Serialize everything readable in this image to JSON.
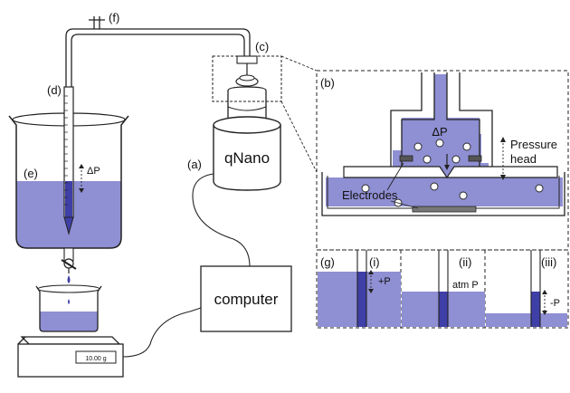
{
  "labels": {
    "a": "(a)",
    "b": "(b)",
    "c": "(c)",
    "d": "(d)",
    "e": "(e)",
    "f": "(f)",
    "g": "(g)",
    "i": "(i)",
    "ii": "(ii)",
    "iii": "(iii)"
  },
  "devices": {
    "qnano": "qNano",
    "computer": "computer",
    "scale_display": "10.00 g"
  },
  "detail": {
    "delta_p": "ΔP",
    "pressure_head_line1": "Pressure",
    "pressure_head_line2": "head",
    "electrodes": "Electrodes"
  },
  "beaker": {
    "delta_p": "ΔP"
  },
  "states": {
    "plus_p": "+P",
    "atm_p": "atm P",
    "minus_p": "-P"
  },
  "colors": {
    "liquid": "#8f8fd3",
    "liquid_dark": "#3f3fa8",
    "line": "#222222"
  }
}
